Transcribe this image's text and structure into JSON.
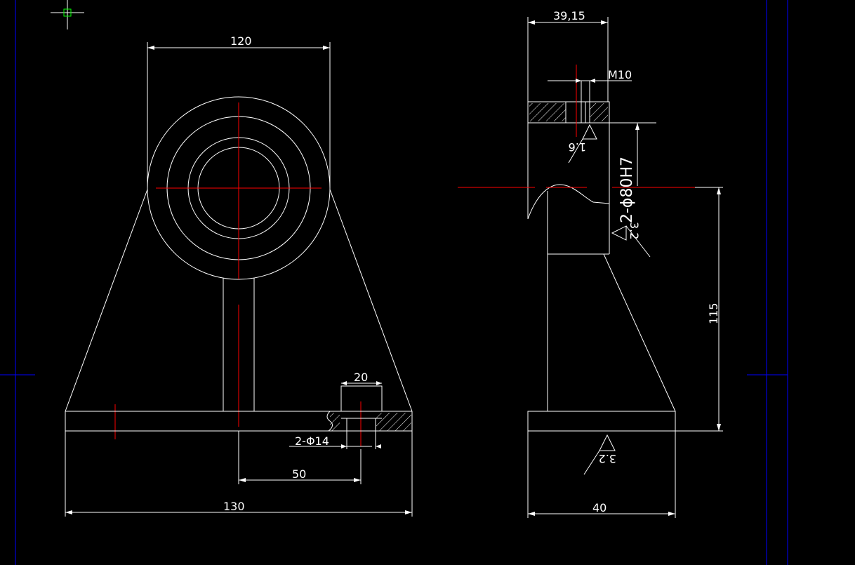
{
  "colors": {
    "background": "#000000",
    "geometry": "#ffffff",
    "centerline": "#ff0000",
    "frame": "#0000ff",
    "cursor": "#00ff00"
  },
  "front_view": {
    "dim_width_top": "120",
    "dim_slot_width": "20",
    "dim_holes": "2-Φ14",
    "dim_hole_offset": "50",
    "dim_base_width": "130"
  },
  "side_view": {
    "dim_top_width": "39,15",
    "dim_thread": "M10",
    "dim_bore": "2-ϕ80H7",
    "dim_height": "115",
    "dim_base_width": "40",
    "roughness_top": "1.6",
    "roughness_bore": "3.2",
    "roughness_base": "3.2"
  }
}
